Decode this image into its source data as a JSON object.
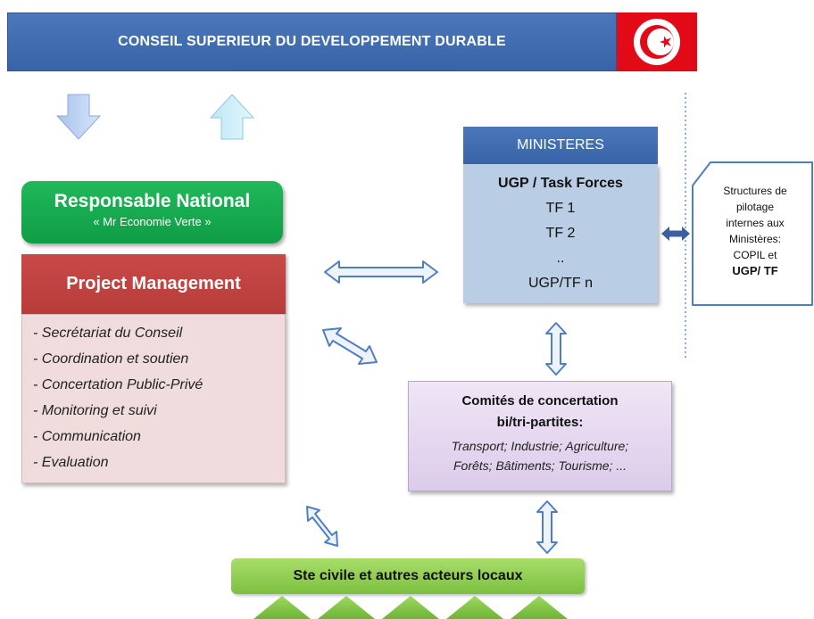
{
  "banner": {
    "title": "CONSEIL SUPERIEUR DU DEVELOPPEMENT  DURABLE"
  },
  "responsable": {
    "title": "Responsable National",
    "subtitle": "« Mr Economie Verte »"
  },
  "project_management": {
    "title": "Project Management",
    "items": [
      "- Secrétariat du Conseil",
      "- Coordination et soutien",
      "- Concertation Public-Privé",
      "- Monitoring et suivi",
      "- Communication",
      "- Evaluation"
    ]
  },
  "ministeres": {
    "title": "MINISTERES",
    "lines": [
      "UGP / Task Forces",
      "TF 1",
      "TF 2",
      "..",
      "UGP/TF n"
    ]
  },
  "structures": {
    "lines": [
      "Structures de",
      "pilotage",
      "internes aux",
      "Ministères:",
      "COPIL et"
    ],
    "bold_line": "UGP/ TF"
  },
  "comites": {
    "line1": "Comités de concertation",
    "line2": "bi/tri-partites:",
    "line3": "Transport;  Industrie;  Agriculture;",
    "line4": "Forêts;  Bâtiments; Tourisme; ..."
  },
  "ste_civile": {
    "label": "Ste civile et autres acteurs locaux"
  },
  "colors": {
    "banner_blue": "#3d6aaf",
    "flag_red": "#e30a17",
    "resp_green": "#16a84d",
    "pm_red": "#c04442",
    "pm_body": "#f0dcdc",
    "min_body": "#b9cde4",
    "comites": "#e6daf0",
    "ste_green": "#8dcc50",
    "arrow_outline": "#4f7fc0"
  }
}
